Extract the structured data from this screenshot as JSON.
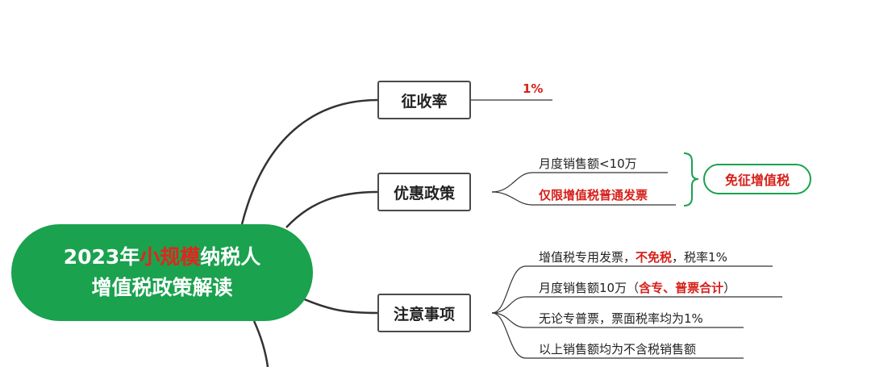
{
  "root": {
    "line1_prefix": "2023年",
    "line1_highlight": "小规模",
    "line1_suffix": "纳税人",
    "line2": "增值税政策解读"
  },
  "branches": {
    "rate": {
      "label": "征收率",
      "value": "1%"
    },
    "policy": {
      "label": "优惠政策",
      "items": [
        "月度销售额<10万",
        "仅限增值税普通发票"
      ],
      "result": "免征增值税"
    },
    "notes": {
      "label": "注意事项",
      "item1": {
        "pre": "增值税专用发票，",
        "red": "不免税",
        "post": "，税率1%"
      },
      "item2": {
        "pre": "月度销售额10万（",
        "red": "含专、普票合计",
        "post": "）"
      },
      "item3": "无论专普票，票面税率均为1%",
      "item4": "以上销售额均为不含税销售额"
    }
  },
  "colors": {
    "root_fill": "#1aa24e",
    "highlight": "#d6201a",
    "line": "#333333",
    "bracket": "#1aa24e"
  }
}
